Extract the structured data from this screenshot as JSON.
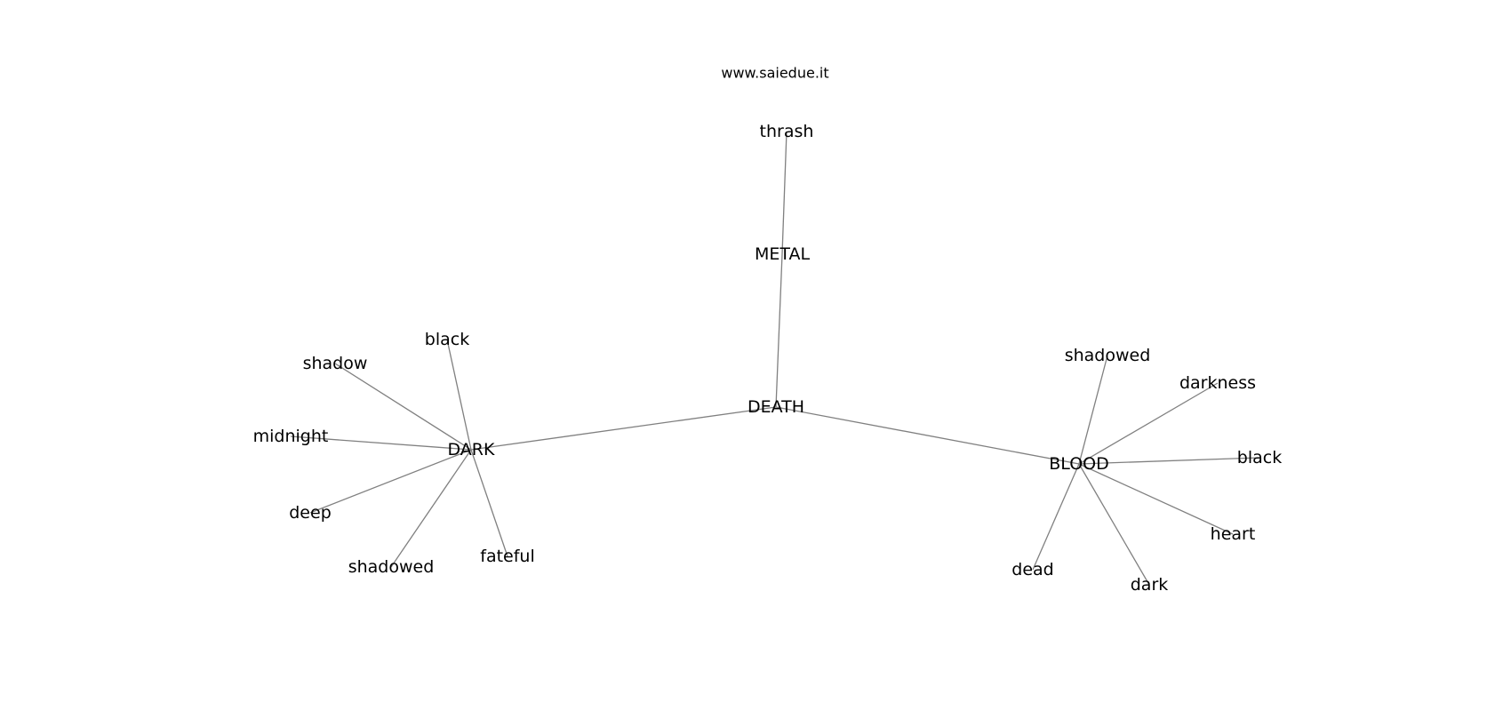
{
  "watermark": "www.saiedue.it",
  "graph": {
    "nodes": [
      {
        "id": "thrash",
        "label": "thrash"
      },
      {
        "id": "METAL",
        "label": "METAL"
      },
      {
        "id": "DEATH",
        "label": "DEATH"
      },
      {
        "id": "DARK",
        "label": "DARK"
      },
      {
        "id": "BLOOD",
        "label": "BLOOD"
      },
      {
        "id": "dark_black",
        "label": "black"
      },
      {
        "id": "dark_shadow",
        "label": "shadow"
      },
      {
        "id": "dark_midnight",
        "label": "midnight"
      },
      {
        "id": "dark_deep",
        "label": "deep"
      },
      {
        "id": "dark_shadowed",
        "label": "shadowed"
      },
      {
        "id": "dark_fateful",
        "label": "fateful"
      },
      {
        "id": "blood_shadowed",
        "label": "shadowed"
      },
      {
        "id": "blood_darkness",
        "label": "darkness"
      },
      {
        "id": "blood_black",
        "label": "black"
      },
      {
        "id": "blood_heart",
        "label": "heart"
      },
      {
        "id": "blood_dark",
        "label": "dark"
      },
      {
        "id": "blood_dead",
        "label": "dead"
      }
    ],
    "edges": [
      [
        "thrash",
        "METAL"
      ],
      [
        "METAL",
        "DEATH"
      ],
      [
        "DEATH",
        "DARK"
      ],
      [
        "DEATH",
        "BLOOD"
      ],
      [
        "DARK",
        "dark_black"
      ],
      [
        "DARK",
        "dark_shadow"
      ],
      [
        "DARK",
        "dark_midnight"
      ],
      [
        "DARK",
        "dark_deep"
      ],
      [
        "DARK",
        "dark_shadowed"
      ],
      [
        "DARK",
        "dark_fateful"
      ],
      [
        "BLOOD",
        "blood_shadowed"
      ],
      [
        "BLOOD",
        "blood_darkness"
      ],
      [
        "BLOOD",
        "blood_black"
      ],
      [
        "BLOOD",
        "blood_heart"
      ],
      [
        "BLOOD",
        "blood_dark"
      ],
      [
        "BLOOD",
        "blood_dead"
      ]
    ]
  },
  "colors": {
    "edge": "#808080",
    "text": "#000000",
    "background": "#ffffff"
  }
}
